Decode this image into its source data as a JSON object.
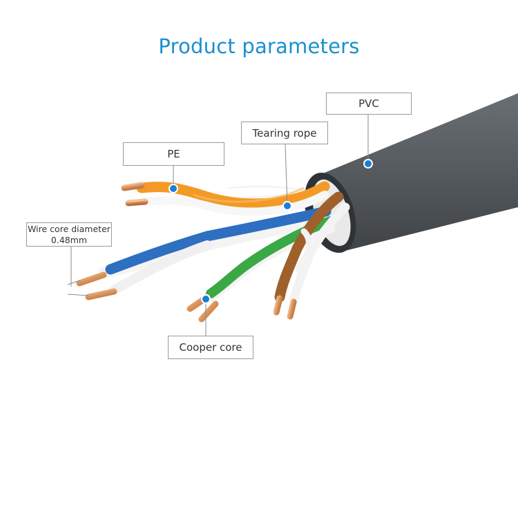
{
  "title": "Product parameters",
  "labels": {
    "pvc": "PVC",
    "tearing_rope": "Tearing rope",
    "pe": "PE",
    "wire_core_diameter": "Wire core diameter",
    "wire_core_value": "0.48mm",
    "cooper_core": "Cooper core"
  },
  "colors": {
    "title": "#1a8fd0",
    "marker": "#1a7fd4",
    "jacket": "#555a5e",
    "orange": "#f39a26",
    "blue": "#2d6fc0",
    "green": "#3aa845",
    "brown": "#a0602c",
    "copper": "#d9925a"
  }
}
